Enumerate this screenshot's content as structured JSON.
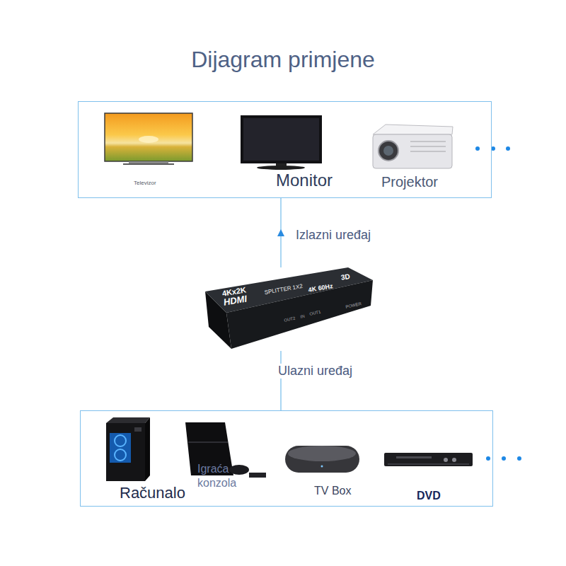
{
  "diagram": {
    "title": "Dijagram primjene",
    "nodes": [
      {
        "text": [
          "Televizor",
          "Monitor",
          "Projektor"
        ]
      },
      {
        "text": [
          "4Kx2K",
          "HDMI",
          "SPLITTER 1X2",
          "3D",
          "4K 60Hz",
          "OUT2",
          "IN",
          "OUT1",
          "POWER"
        ]
      },
      {
        "text": [
          "Računalo",
          "Igraća konzola",
          "TV Box",
          "DVD"
        ]
      }
    ],
    "edges": [
      {
        "from": 1,
        "to": 0,
        "arrow": "to",
        "label": "Izlazni uređaj"
      },
      {
        "from": 2,
        "to": 1,
        "arrow": "none",
        "label": "Ulazni uređaj"
      }
    ]
  }
}
